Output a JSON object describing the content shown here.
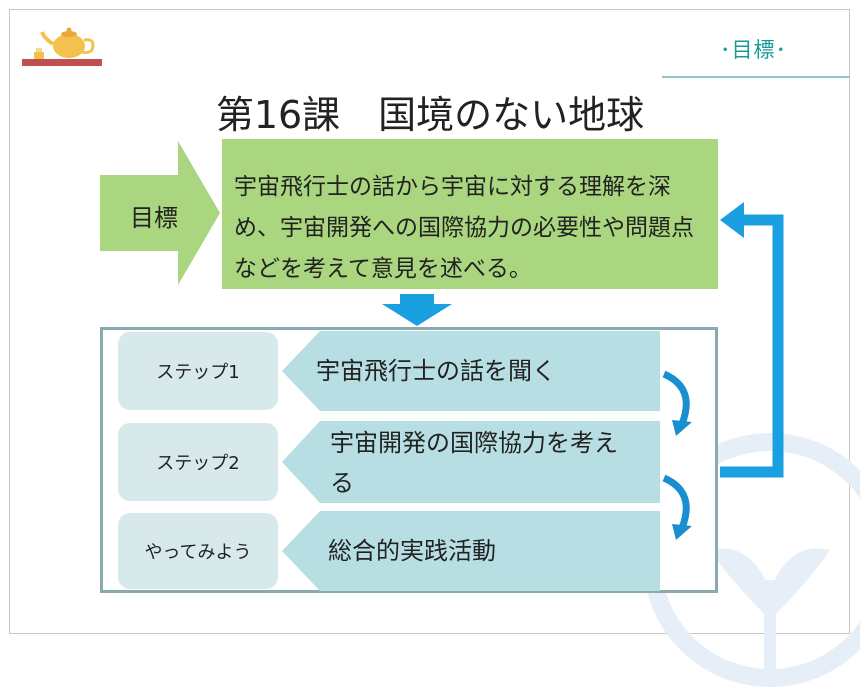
{
  "header": {
    "section_label": "･目標･"
  },
  "title": "第16課　国境のない地球",
  "goal": {
    "label": "目標",
    "text": "宇宙飛行士の話から宇宙に対する理解を深め、宇宙開発への国際協力の必要性や問題点などを考えて意見を述べる。"
  },
  "steps": [
    {
      "tab": "ステップ1",
      "text": "宇宙飛行士の話を聞く"
    },
    {
      "tab": "ステップ2",
      "text": "宇宙開発の国際協力を考える"
    },
    {
      "tab": "やってみよう",
      "text": "総合的実践活動"
    }
  ],
  "colors": {
    "accent_teal": "#1a9b9b",
    "goal_green": "#a9d67e",
    "arrow_blue": "#1aa0e0",
    "step_band": "#b7dfe3",
    "step_tab": "#d8e9ec"
  }
}
